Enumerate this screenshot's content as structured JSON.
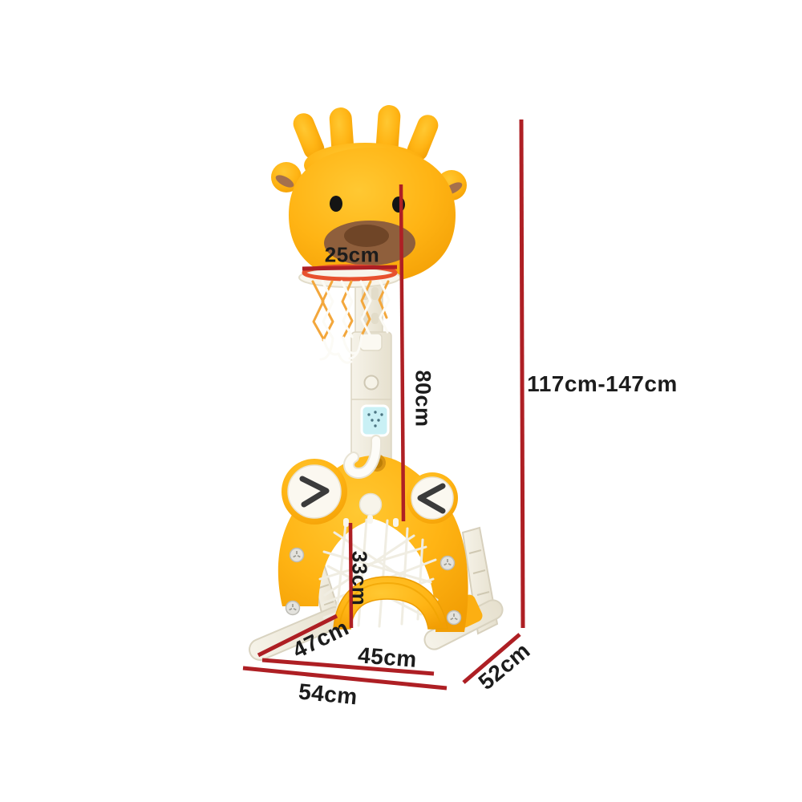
{
  "page": {
    "background": "#ffffff"
  },
  "colors": {
    "dimension_line": "#ae1f24",
    "label_text": "#1c1c1c",
    "product_yellow": "#ffb514",
    "product_ivory": "#efeadc",
    "detail_brown": "#8f5f3c",
    "net_orange": "#f3a73c",
    "screen_cyan": "#c9f0f5"
  },
  "product": {
    "alt": "kids deer-shaped basketball hoop stand with soccer goal base"
  },
  "dimensions": {
    "hoop_rim_width": {
      "label": "25cm"
    },
    "pole_section_height": {
      "label": "80cm"
    },
    "overall_height": {
      "label": "117cm-147cm"
    },
    "goal_opening_height": {
      "label": "33cm"
    },
    "base_front_depth": {
      "label": "47cm"
    },
    "goal_width": {
      "label": "45cm"
    },
    "base_width": {
      "label": "54cm"
    },
    "base_side_depth": {
      "label": "52cm"
    }
  }
}
